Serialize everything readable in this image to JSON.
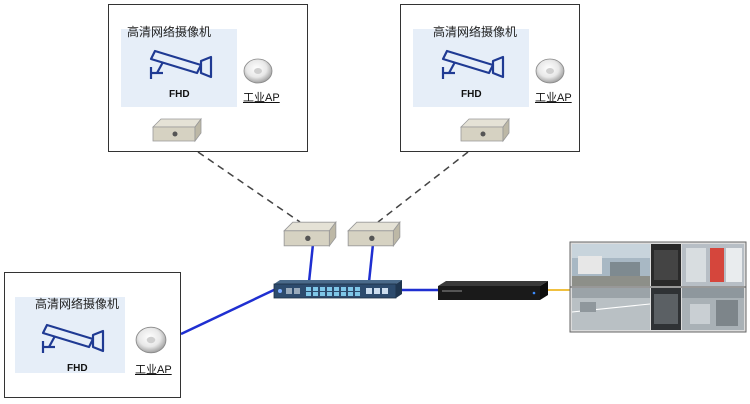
{
  "cameras": [
    {
      "title": "高清网络摄像机",
      "fhd": "FHD",
      "ap": "工业AP"
    },
    {
      "title": "高清网络摄像机",
      "fhd": "FHD",
      "ap": "工业AP"
    },
    {
      "title": "高清网络摄像机",
      "fhd": "FHD",
      "ap": "工业AP"
    }
  ],
  "colors": {
    "link_blue": "#1f2fd1",
    "link_yellow": "#f0c040",
    "wireless_dash": "#444444",
    "camera_blue": "#1f3a93",
    "panel_bg": "#e6eef8"
  },
  "icons": [
    "camera-icon",
    "ap-icon",
    "wireless-bridge-icon",
    "switch-icon",
    "nvr-icon",
    "monitor-wall-icon"
  ]
}
